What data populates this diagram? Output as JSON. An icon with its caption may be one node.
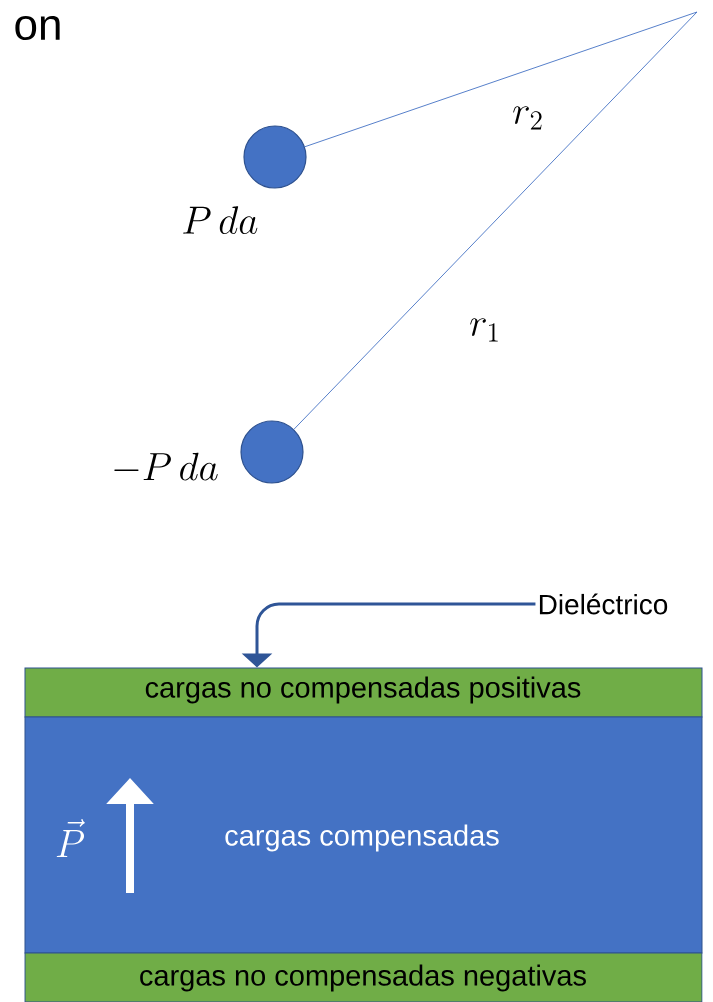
{
  "diagram": {
    "nodes": [
      {
        "text": [],
        "shape": "circle",
        "beside": [
          "P\\,da"
        ]
      },
      {
        "text": [],
        "shape": "circle",
        "beside": [
          "-P\\,da"
        ]
      },
      {
        "text": [
          "Dieléctrico"
        ]
      },
      {
        "text": [
          "cargas no compensadas positivas"
        ]
      },
      {
        "text": [
          "cargas compensadas"
        ]
      },
      {
        "text": [
          "cargas no compensadas negativas"
        ]
      }
    ],
    "edges": [
      {
        "from": 0,
        "to": null,
        "arrow": "none",
        "label": "r_2"
      },
      {
        "from": 1,
        "to": null,
        "arrow": "none",
        "label": "r_1"
      },
      {
        "from": 2,
        "to": 3,
        "arrow": "to",
        "color": "#2f5597",
        "style": "thick"
      }
    ],
    "labels": [
      "on",
      "\\vec{P}"
    ]
  }
}
